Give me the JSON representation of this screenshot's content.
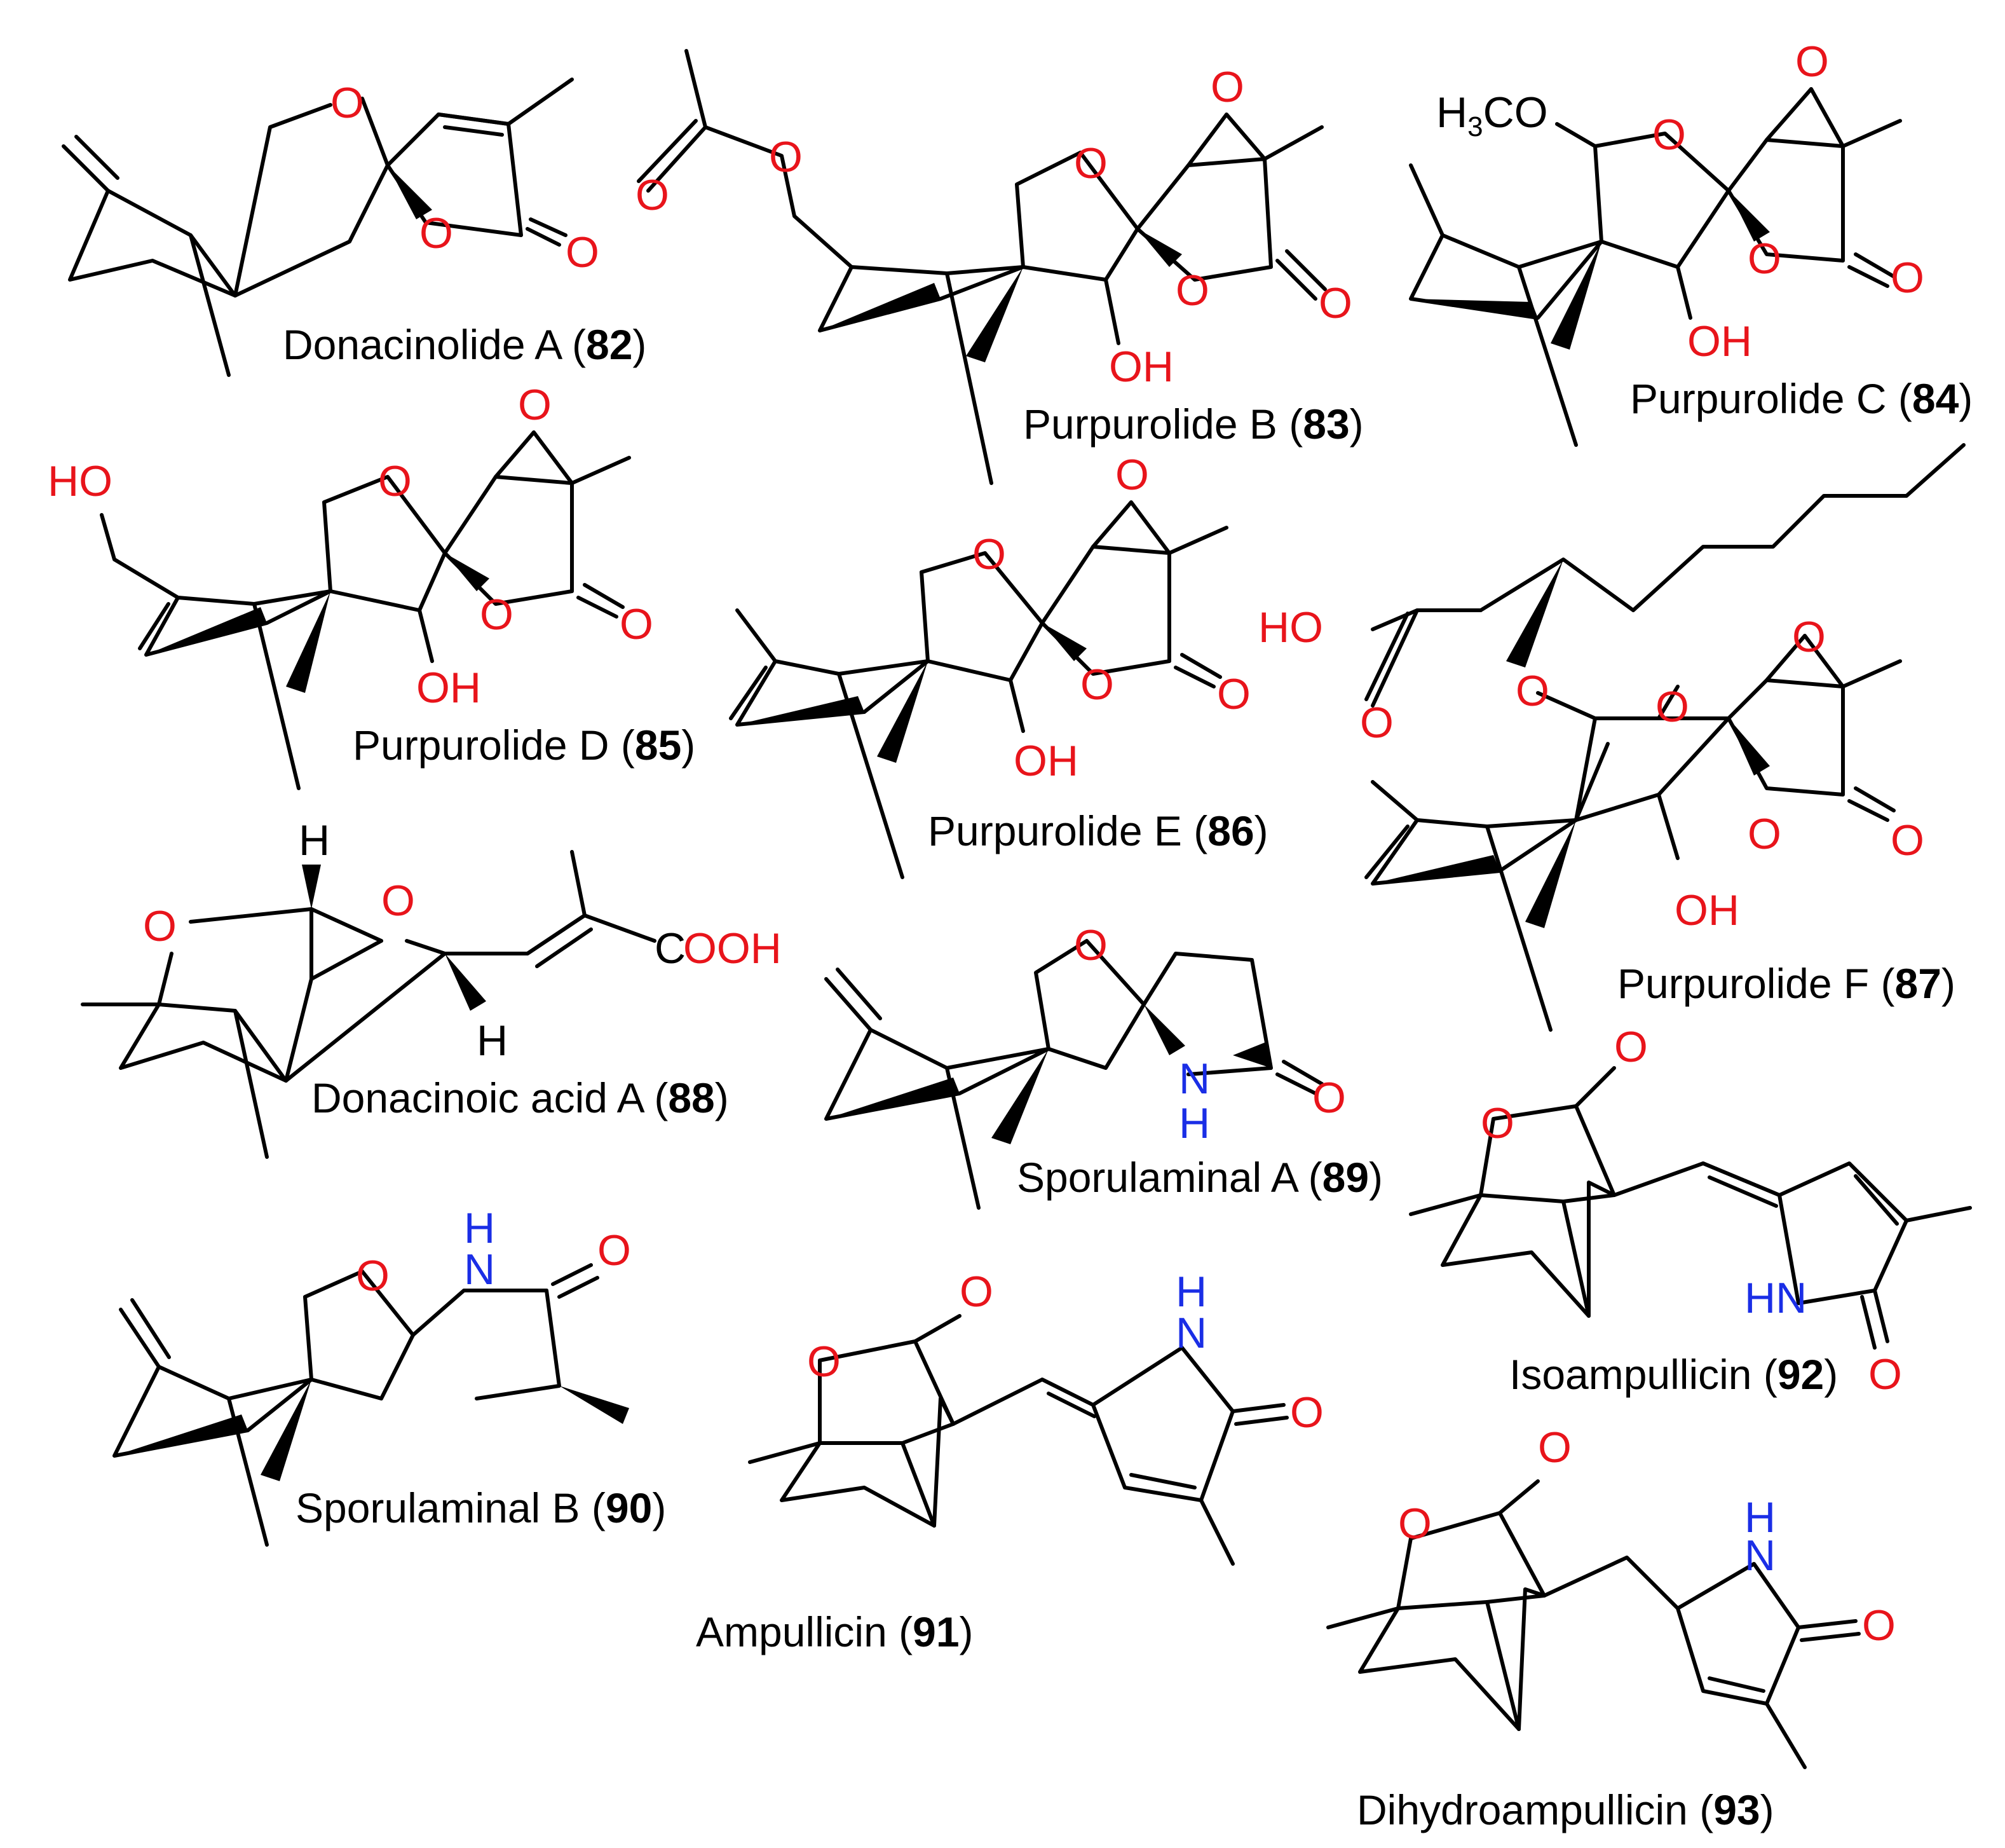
{
  "colors": {
    "oxygen": "#e8141b",
    "nitrogen": "#1a2ee6",
    "carbon": "#000000",
    "background": "#ffffff"
  },
  "compounds": [
    {
      "name": "Donacinolide A",
      "number": "82"
    },
    {
      "name": "Purpurolide B",
      "number": "83"
    },
    {
      "name": "Purpurolide C",
      "number": "84"
    },
    {
      "name": "Purpurolide D",
      "number": "85"
    },
    {
      "name": "Purpurolide E",
      "number": "86"
    },
    {
      "name": "Purpurolide F",
      "number": "87"
    },
    {
      "name": "Donacinoic acid A",
      "number": "88"
    },
    {
      "name": "Sporulaminal A",
      "number": "89"
    },
    {
      "name": "Sporulaminal B",
      "number": "90"
    },
    {
      "name": "Ampullicin",
      "number": "91"
    },
    {
      "name": "Isoampullicin",
      "number": "92"
    },
    {
      "name": "Dihydroampullicin",
      "number": "93"
    }
  ],
  "atoms": {
    "o": "O",
    "oh": "OH",
    "ho": "HO",
    "h": "H",
    "nh": "NH",
    "hn": "HN",
    "n": "N",
    "cooh": "COOH",
    "c": "C",
    "h3co": "H3CO"
  }
}
